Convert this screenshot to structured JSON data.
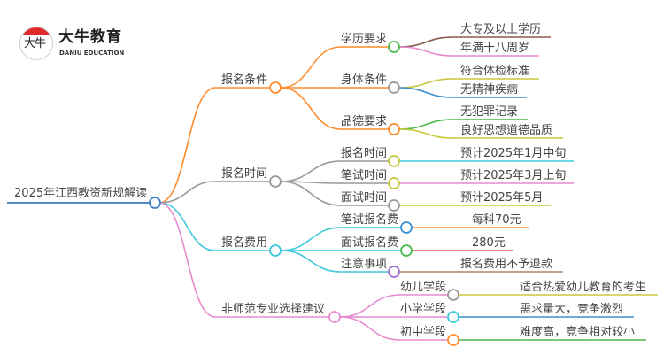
{
  "logo": {
    "name_cn": "大牛教育",
    "name_en": "DANIU EDUCATION",
    "mark": "大牛"
  },
  "root": {
    "label": "2025年江西教资新规解读",
    "color": "#3b7fc4"
  },
  "branches": [
    {
      "label": "报名条件",
      "color": "#ff8c2e",
      "children": [
        {
          "label": "学历要求",
          "color": "#4cb84c",
          "leaves": [
            {
              "label": "大专及以上学历",
              "color": "#8b5a4a"
            },
            {
              "label": "年满十八周岁",
              "color": "#e88ad0"
            }
          ]
        },
        {
          "label": "身体条件",
          "color": "#999999",
          "leaves": [
            {
              "label": "符合体检标准",
              "color": "#c8c83c"
            },
            {
              "label": "无精神疾病",
              "color": "#3b8fd0"
            }
          ]
        },
        {
          "label": "品德要求",
          "color": "#ff8c2e",
          "leaves": [
            {
              "label": "无犯罪记录",
              "color": "#4cb84c"
            },
            {
              "label": "良好思想道德品质",
              "color": "#c8c83c"
            }
          ]
        }
      ]
    },
    {
      "label": "报名时间",
      "color": "#999999",
      "children": [
        {
          "label": "报名时间",
          "color": "#c8c83c",
          "leaves": [
            {
              "label": "预计2025年1月中旬",
              "color": "#3cc8dc"
            }
          ]
        },
        {
          "label": "笔试时间",
          "color": "#c8c83c",
          "leaves": [
            {
              "label": "预计2025年3月上旬",
              "color": "#e88ad0"
            }
          ]
        },
        {
          "label": "面试时间",
          "color": "#999999",
          "leaves": [
            {
              "label": "预计2025年5月",
              "color": "#c8c83c"
            }
          ]
        }
      ]
    },
    {
      "label": "报名费用",
      "color": "#3cc8dc",
      "children": [
        {
          "label": "笔试报名费",
          "color": "#3b8fd0",
          "leaves": [
            {
              "label": "每科70元",
              "color": "#ff8c2e"
            }
          ]
        },
        {
          "label": "面试报名费",
          "color": "#4cb84c",
          "leaves": [
            {
              "label": "280元",
              "color": "#e05050"
            }
          ]
        },
        {
          "label": "注意事项",
          "color": "#a070d0",
          "leaves": [
            {
              "label": "报名费用不予退款",
              "color": "#b08070"
            }
          ]
        }
      ]
    },
    {
      "label": "非师范专业选择建议",
      "color": "#e88ad0",
      "children": [
        {
          "label": "幼儿学段",
          "color": "#999999",
          "leaves": [
            {
              "label": "适合热爱幼儿教育的考生",
              "color": "#c8c83c"
            }
          ]
        },
        {
          "label": "小学学段",
          "color": "#3cc8dc",
          "leaves": [
            {
              "label": "需求量大，竞争激烈",
              "color": "#3b8fd0"
            }
          ]
        },
        {
          "label": "初中学段",
          "color": "#ff8c2e",
          "leaves": [
            {
              "label": "难度高，竞争相对较小",
              "color": "#4cb84c"
            }
          ]
        }
      ]
    }
  ]
}
